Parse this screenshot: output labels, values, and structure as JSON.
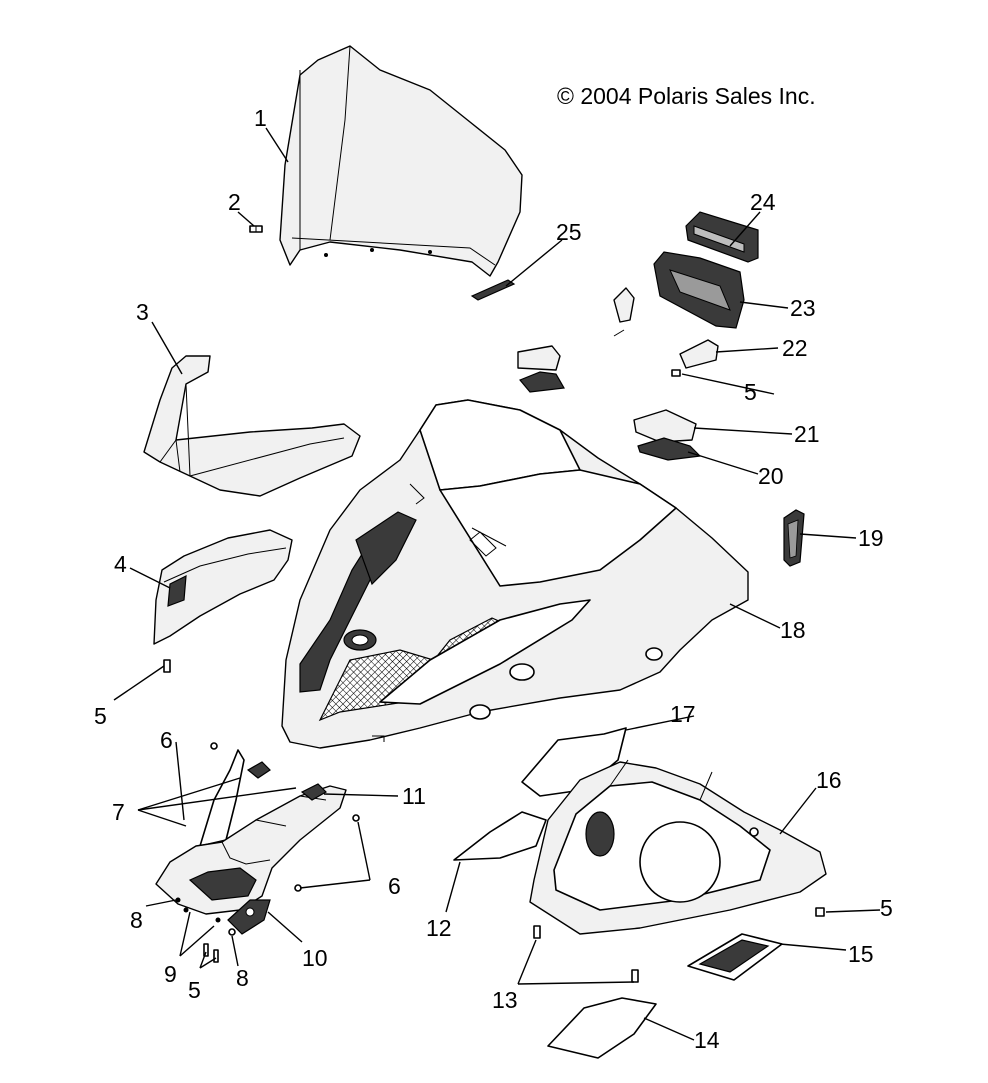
{
  "copyright": "© 2004 Polaris Sales Inc.",
  "callouts": [
    {
      "id": "c1",
      "text": "1"
    },
    {
      "id": "c2",
      "text": "2"
    },
    {
      "id": "c3",
      "text": "3"
    },
    {
      "id": "c4",
      "text": "4"
    },
    {
      "id": "c5a",
      "text": "5"
    },
    {
      "id": "c5b",
      "text": "5"
    },
    {
      "id": "c5c",
      "text": "5"
    },
    {
      "id": "c5d",
      "text": "5"
    },
    {
      "id": "c6a",
      "text": "6"
    },
    {
      "id": "c6b",
      "text": "6"
    },
    {
      "id": "c7",
      "text": "7"
    },
    {
      "id": "c8a",
      "text": "8"
    },
    {
      "id": "c8b",
      "text": "8"
    },
    {
      "id": "c9",
      "text": "9"
    },
    {
      "id": "c10",
      "text": "10"
    },
    {
      "id": "c11",
      "text": "11"
    },
    {
      "id": "c12",
      "text": "12"
    },
    {
      "id": "c13",
      "text": "13"
    },
    {
      "id": "c14",
      "text": "14"
    },
    {
      "id": "c15",
      "text": "15"
    },
    {
      "id": "c16",
      "text": "16"
    },
    {
      "id": "c17",
      "text": "17"
    },
    {
      "id": "c18",
      "text": "18"
    },
    {
      "id": "c19",
      "text": "19"
    },
    {
      "id": "c20",
      "text": "20"
    },
    {
      "id": "c21",
      "text": "21"
    },
    {
      "id": "c22",
      "text": "22"
    },
    {
      "id": "c23",
      "text": "23"
    },
    {
      "id": "c24",
      "text": "24"
    },
    {
      "id": "c25",
      "text": "25"
    }
  ]
}
